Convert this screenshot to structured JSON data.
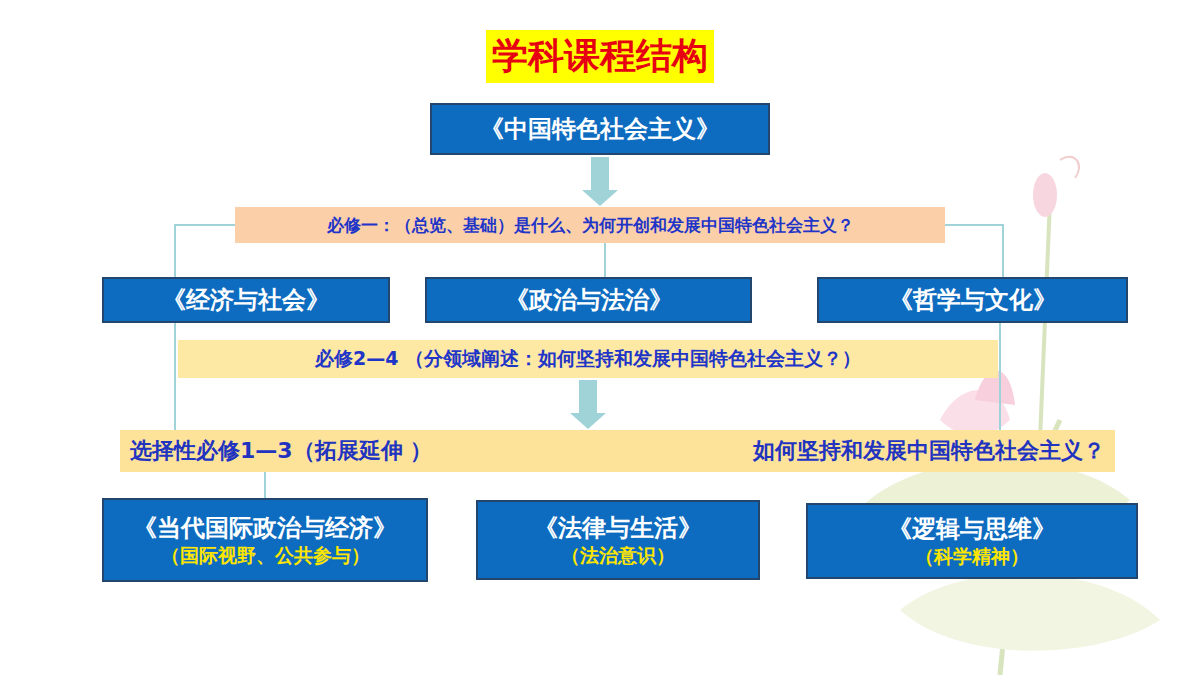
{
  "diagram": {
    "title": "学科课程结构",
    "nodes": [
      {
        "text": [
          "《中国特色社会主义》"
        ]
      },
      {
        "text": [
          "必修一：（总览、基础）是什么、为何开创和发展中国特色社会主义？"
        ]
      },
      {
        "text": [
          "《经济与社会》"
        ]
      },
      {
        "text": [
          "《政治与法治》"
        ]
      },
      {
        "text": [
          "《哲学与文化》"
        ]
      },
      {
        "text": [
          "必修2—4 （分领域阐述：如何坚持和发展中国特色社会主义？）"
        ]
      },
      {
        "text": [
          "选择性必修1—3（拓展延伸 ）",
          "如何坚持和发展中国特色社会主义？"
        ]
      },
      {
        "text": [
          "《当代国际政治与经济》",
          "（国际视野、公共参与）"
        ]
      },
      {
        "text": [
          "《法律与生活》",
          "（法治意识）"
        ]
      },
      {
        "text": [
          "《逻辑与思维》",
          "（科学精神）"
        ]
      }
    ],
    "edges": [
      {
        "from": 0,
        "to": 1,
        "arrow": "to"
      },
      {
        "from": 1,
        "to": 2,
        "arrow": "none"
      },
      {
        "from": 1,
        "to": 3,
        "arrow": "none"
      },
      {
        "from": 1,
        "to": 4,
        "arrow": "none"
      },
      {
        "from": 5,
        "to": 6,
        "arrow": "to"
      },
      {
        "from": 2,
        "to": 6,
        "arrow": "none"
      },
      {
        "from": 4,
        "to": 6,
        "arrow": "none"
      },
      {
        "from": 6,
        "to": 7,
        "arrow": "none"
      }
    ]
  }
}
